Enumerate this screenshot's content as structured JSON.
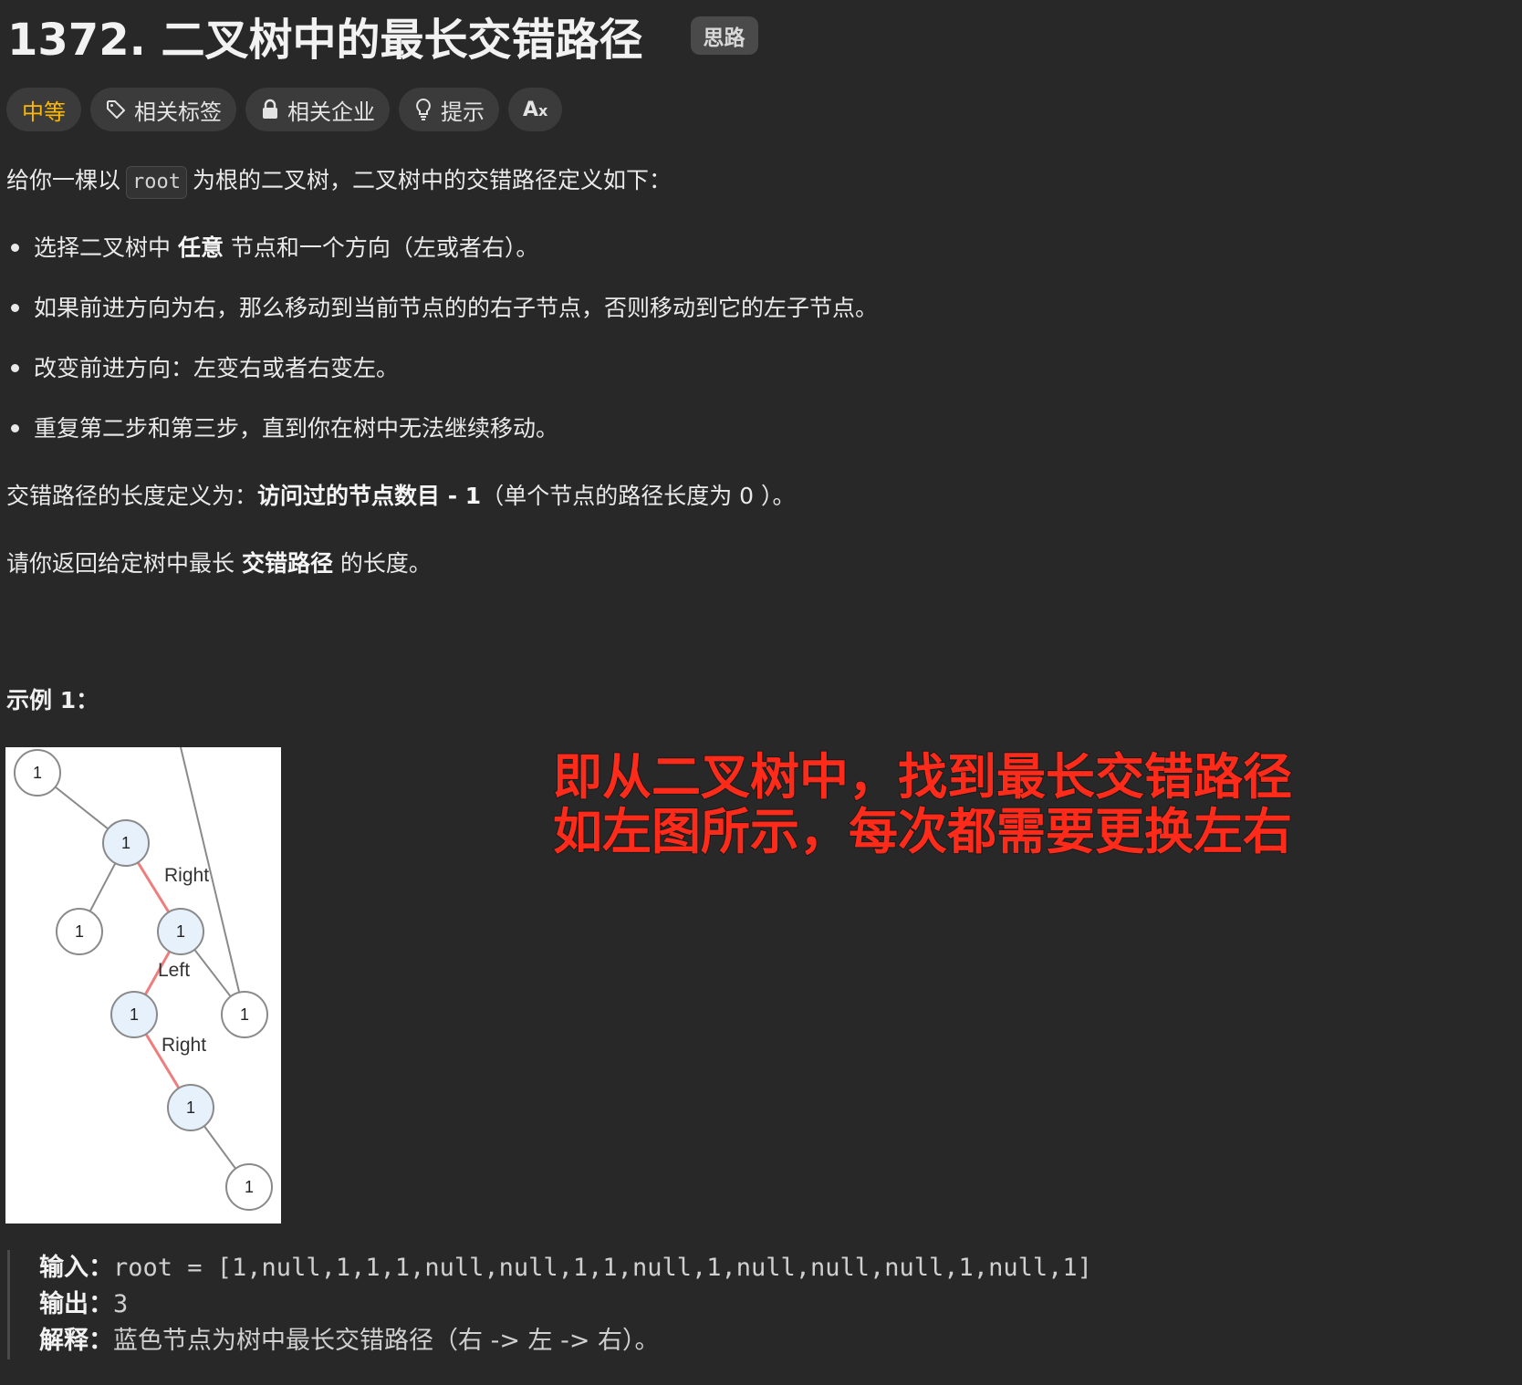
{
  "problem": {
    "title": "1372. 二叉树中的最长交错路径",
    "badge": "思路"
  },
  "tags": {
    "difficulty": "中等",
    "related_tags": "相关标签",
    "related_companies": "相关企业",
    "hint": "提示",
    "translate": "A͏x"
  },
  "description": {
    "intro_before": "给你一棵以",
    "intro_code": "root",
    "intro_after": "为根的二叉树，二叉树中的交错路径定义如下：",
    "bullets": [
      {
        "pre": "选择二叉树中 ",
        "bold": "任意",
        "post": " 节点和一个方向（左或者右）。"
      },
      {
        "pre": "如果前进方向为右，那么移动到当前节点的的右子节点，否则移动到它的左子节点。",
        "bold": "",
        "post": ""
      },
      {
        "pre": "改变前进方向：左变右或者右变左。",
        "bold": "",
        "post": ""
      },
      {
        "pre": "重复第二步和第三步，直到你在树中无法继续移动。",
        "bold": "",
        "post": ""
      }
    ],
    "length_pre": "交错路径的长度定义为：",
    "length_bold": "访问过的节点数目 - 1",
    "length_post": "（单个节点的路径长度为 0 ）。",
    "ask_pre": "请你返回给定树中最长 ",
    "ask_bold": "交错路径",
    "ask_post": " 的长度。"
  },
  "example": {
    "title": "示例 1：",
    "input_label": "输入：",
    "input_value": "root = [1,null,1,1,1,null,null,1,1,null,1,null,null,null,1,null,1]",
    "output_label": "输出：",
    "output_value": "3",
    "explain_label": "解释：",
    "explain_value": "蓝色节点为树中最长交错路径（右 -> 左 -> 右）。"
  },
  "tree_figure": {
    "node_label": "1",
    "edge_labels": [
      "Right",
      "Left",
      "Right"
    ],
    "highlight_fill": "#e6f1fc",
    "highlight_edge": "#f07d7d"
  },
  "annotation": {
    "line1": "即从二叉树中，找到最长交错路径",
    "line2": "如左图所示，每次都需要更换左右",
    "color": "#ff2b1a"
  }
}
